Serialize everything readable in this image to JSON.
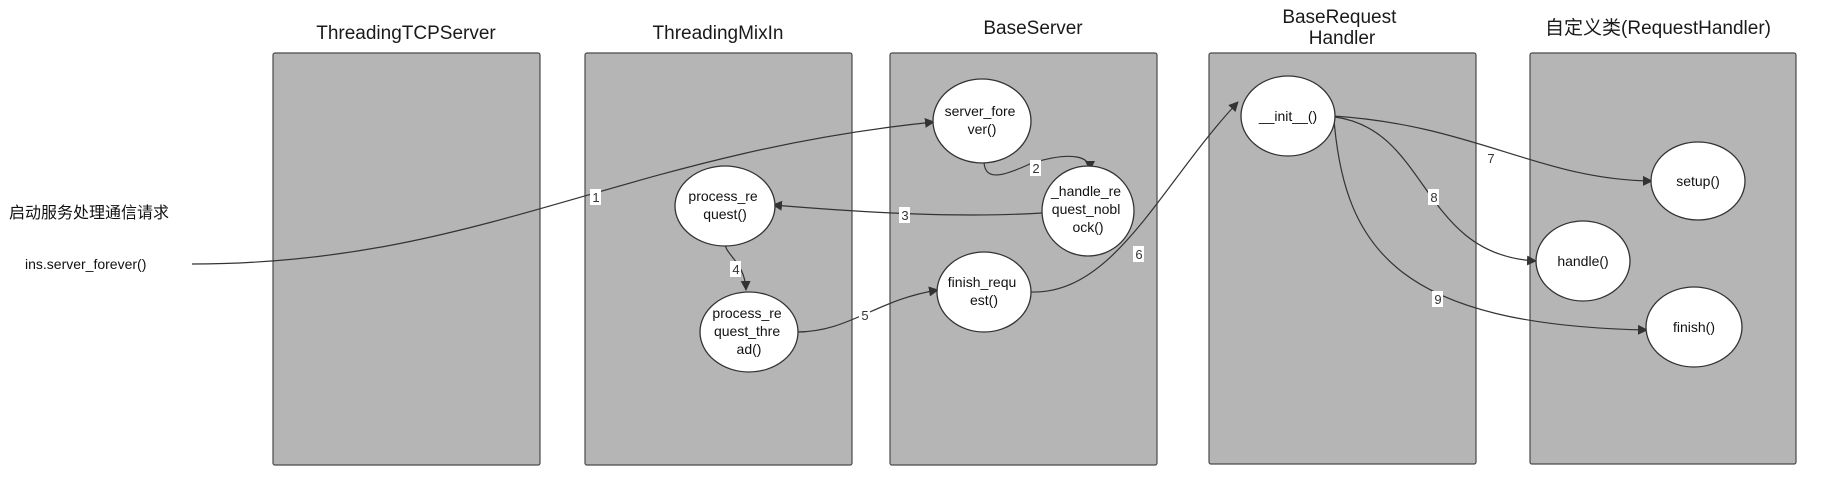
{
  "side": {
    "heading": "启动服务处理通信请求",
    "call": "ins.server_forever()"
  },
  "columns": {
    "c1": {
      "title": [
        "ThreadingTCPServer"
      ]
    },
    "c2": {
      "title": [
        "ThreadingMixIn"
      ]
    },
    "c3": {
      "title": [
        "BaseServer"
      ]
    },
    "c4": {
      "title": [
        "BaseRequest",
        "Handler"
      ]
    },
    "c5": {
      "title": [
        "自定义类(RequestHandler)"
      ]
    }
  },
  "nodes": {
    "server_forever": [
      "server_fore",
      "ver()"
    ],
    "handle_request_noblock": [
      "_handle_re",
      "quest_nobl",
      "ock()"
    ],
    "process_request": [
      "process_re",
      "quest()"
    ],
    "process_request_thread": [
      "process_re",
      "quest_thre",
      "ad()"
    ],
    "finish_request": [
      "finish_requ",
      "est()"
    ],
    "init": [
      "__init__()"
    ],
    "setup": [
      "setup()"
    ],
    "handle": [
      "handle()"
    ],
    "finish": [
      "finish()"
    ]
  },
  "edges": [
    {
      "label": "1",
      "from": "ins.server_forever()",
      "to": "server_forever"
    },
    {
      "label": "2",
      "from": "server_forever",
      "to": "handle_request_noblock"
    },
    {
      "label": "3",
      "from": "handle_request_noblock",
      "to": "process_request"
    },
    {
      "label": "4",
      "from": "process_request",
      "to": "process_request_thread"
    },
    {
      "label": "5",
      "from": "process_request_thread",
      "to": "finish_request"
    },
    {
      "label": "6",
      "from": "finish_request",
      "to": "init"
    },
    {
      "label": "7",
      "from": "init",
      "to": "setup"
    },
    {
      "label": "8",
      "from": "init",
      "to": "handle"
    },
    {
      "label": "9",
      "from": "init",
      "to": "finish"
    }
  ]
}
